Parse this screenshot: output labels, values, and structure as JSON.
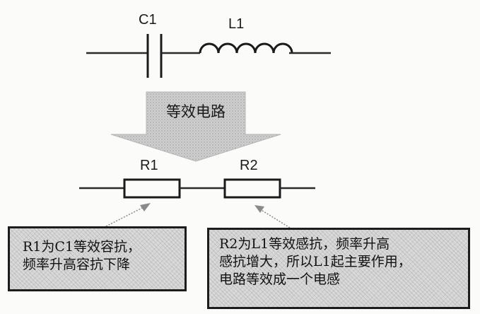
{
  "top_circuit": {
    "c1_label": "C1",
    "l1_label": "L1"
  },
  "arrow": {
    "label": "等效电路"
  },
  "equivalent_circuit": {
    "r1_label": "R1",
    "r2_label": "R2"
  },
  "notes": [
    {
      "lines": [
        "R1为C1等效容抗，",
        "频率升高容抗下降"
      ]
    },
    {
      "lines": [
        "R2为L1等效感抗，频率升高",
        "感抗增大，所以L1起主要作用，",
        "电路等效成一个电感"
      ]
    }
  ],
  "colors": {
    "line": "#2a2a2a",
    "arrow_fill": "#c8c8c8",
    "box_fill": "#d9d9d9"
  }
}
